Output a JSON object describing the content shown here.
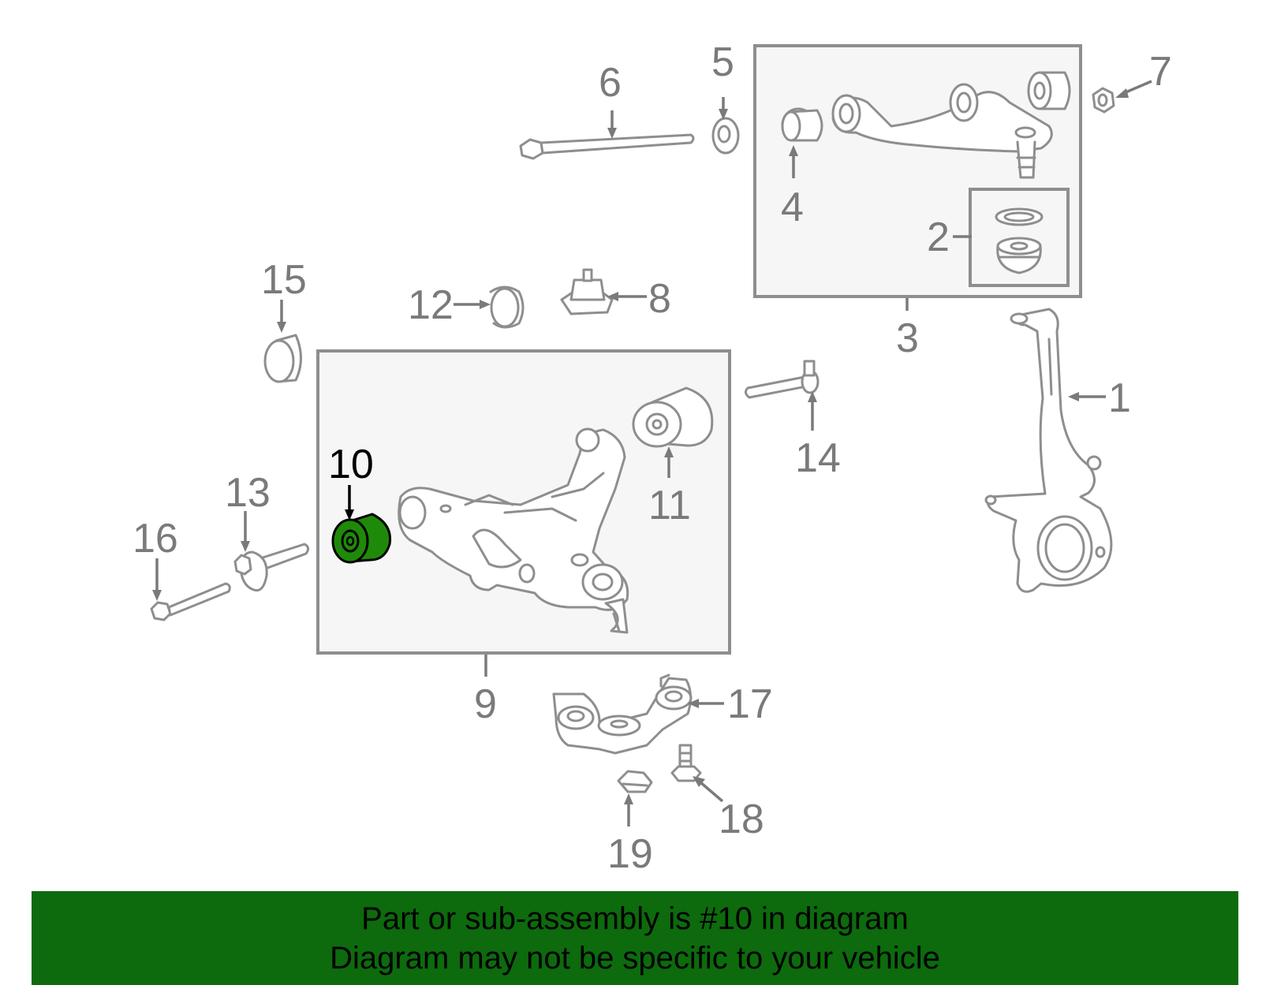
{
  "parts": {
    "p1": "1",
    "p2": "2",
    "p3": "3",
    "p4": "4",
    "p5": "5",
    "p6": "6",
    "p7": "7",
    "p8": "8",
    "p9": "9",
    "p10": "10",
    "p11": "11",
    "p12": "12",
    "p13": "13",
    "p14": "14",
    "p15": "15",
    "p16": "16",
    "p17": "17",
    "p18": "18",
    "p19": "19"
  },
  "highlight": {
    "part": "10",
    "color": "#1f8a0a"
  },
  "footer": {
    "line1": "Part or sub-assembly is #10 in diagram",
    "line2": "Diagram may not be specific to your vehicle",
    "background": "#0d6a0d"
  }
}
